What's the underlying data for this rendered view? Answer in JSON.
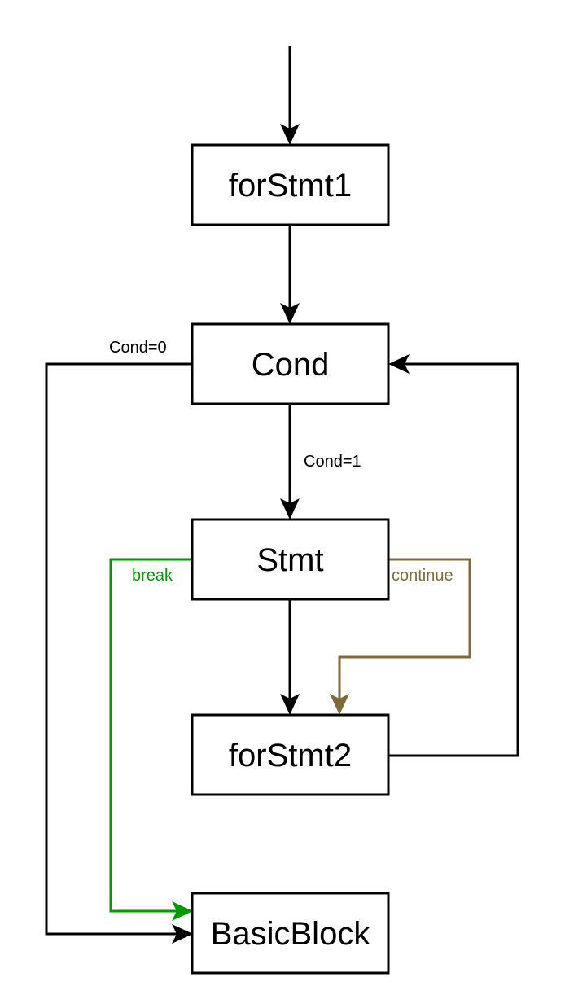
{
  "nodes": {
    "forstmt1": "forStmt1",
    "cond": "Cond",
    "stmt": "Stmt",
    "forstmt2": "forStmt2",
    "basicblock": "BasicBlock"
  },
  "edge_labels": {
    "cond_false": "Cond=0",
    "cond_true": "Cond=1",
    "break": "break",
    "continue": "continue"
  },
  "colors": {
    "default": "#000000",
    "break": "#009900",
    "continue": "#7f6a3a"
  }
}
